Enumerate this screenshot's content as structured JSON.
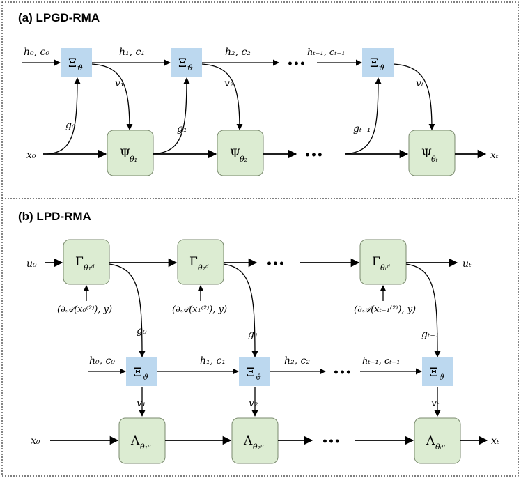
{
  "section_a": {
    "title": "(a) LPGD-RMA",
    "labels": {
      "h0c0": "h₀, c₀",
      "h1c1": "h₁, c₁",
      "h2c2": "h₂, c₂",
      "hT1cT1": "hₜ₋₁, cₜ₋₁",
      "v1": "v₁",
      "v2": "v₂",
      "vT": "vₜ",
      "g0": "g₀",
      "g1": "g₁",
      "gT1": "gₜ₋₁",
      "x0": "x₀",
      "xT": "xₜ"
    },
    "xi_symbol": "Ξ",
    "xi_sub": "ϑ",
    "psi_symbol": "Ψ",
    "psi_subs": [
      "θ₁",
      "θ₂",
      "θₜ"
    ]
  },
  "section_b": {
    "title": "(b) LPD-RMA",
    "labels": {
      "u0": "u₀",
      "uT": "uₜ",
      "grad0": "(∂𝒜(x₀⁽²⁾), y)",
      "grad1": "(∂𝒜(x₁⁽²⁾), y)",
      "gradT1": "(∂𝒜(xₜ₋₁⁽²⁾), y)",
      "g0": "g₀",
      "g1": "g₁",
      "gT1": "gₜ₋₁",
      "h0c0": "h₀, c₀",
      "h1c1": "h₁, c₁",
      "h2c2": "h₂, c₂",
      "hT1cT1": "hₜ₋₁, cₜ₋₁",
      "v1": "v₁",
      "v2": "v₂",
      "vT": "vₜ",
      "x0": "x₀",
      "xT": "xₜ"
    },
    "gamma_symbol": "Γ",
    "gamma_subs": [
      "θ₁ᵈ",
      "θ₂ᵈ",
      "θₜᵈ"
    ],
    "xi_symbol": "Ξ",
    "xi_sub": "ϑ",
    "lambda_symbol": "Λ",
    "lambda_subs": [
      "θ₁ᵖ",
      "θ₂ᵖ",
      "θₜᵖ"
    ]
  },
  "ellipsis": "•••",
  "colors": {
    "xi_box": "#bcd8ef",
    "psi_box": "#dcecd2",
    "border": "#000000"
  }
}
